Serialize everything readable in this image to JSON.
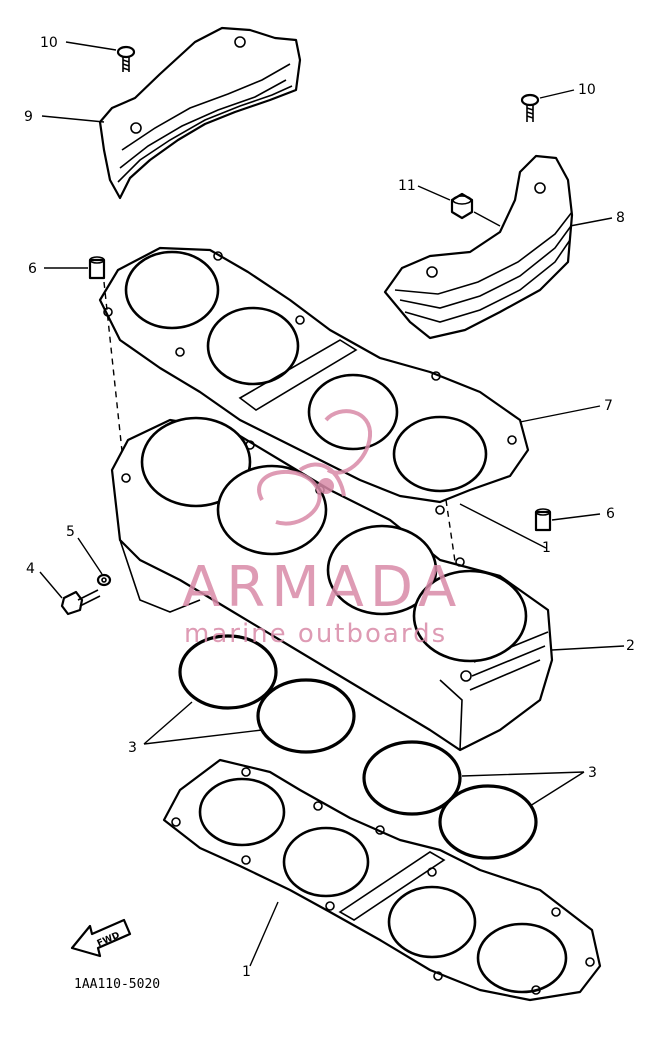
{
  "diagram_code": "1AA110-5020",
  "watermark": {
    "brand": "ARMADA",
    "tagline": "marine outboards",
    "color": "#d98aa8"
  },
  "callouts": {
    "c10a": "10",
    "c9": "9",
    "c10b": "10",
    "c11": "11",
    "c8": "8",
    "c6a": "6",
    "c7": "7",
    "c6b": "6",
    "c1a": "1",
    "c5": "5",
    "c4": "4",
    "c2": "2",
    "c3a": "3",
    "c3b": "3",
    "c1b": "1"
  },
  "front_arrow_label": "FWD"
}
